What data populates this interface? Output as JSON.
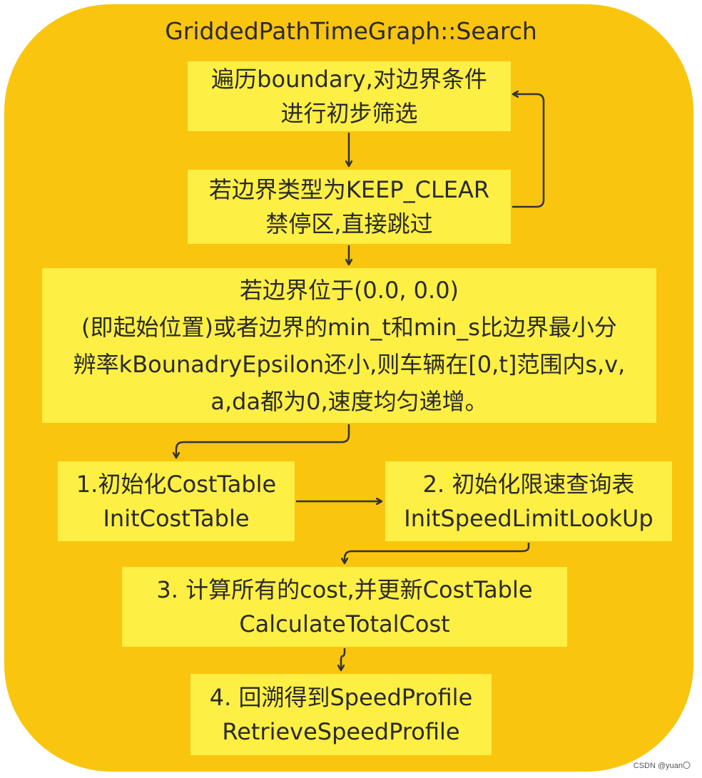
{
  "title": "GriddedPathTimeGraph::Search",
  "boxes": {
    "b1": [
      "遍历boundary,对边界条件",
      "进行初步筛选"
    ],
    "b2": [
      "若边界类型为KEEP_CLEAR",
      "禁停区,直接跳过"
    ],
    "b3": [
      "若边界位于(0.0, 0.0)",
      "(即起始位置)或者边界的min_t和min_s比边界最小分",
      "辨率kBounadryEpsilon还小,则车辆在[0,t]范围内s,v,",
      "a,da都为0,速度均匀递增。"
    ],
    "b4": [
      "1.初始化CostTable",
      "InitCostTable"
    ],
    "b5": [
      "2. 初始化限速查询表",
      "InitSpeedLimitLookUp"
    ],
    "b6": [
      "3. 计算所有的cost,并更新CostTable",
      "CalculateTotalCost"
    ],
    "b7": [
      "4. 回溯得到SpeedProfile",
      "RetrieveSpeedProfile"
    ]
  },
  "watermark": "CSDN @yuan〇",
  "colors": {
    "container": "#f9c50f",
    "box": "#fdef44",
    "text": "#2a2a2a",
    "arrow": "#333333"
  }
}
